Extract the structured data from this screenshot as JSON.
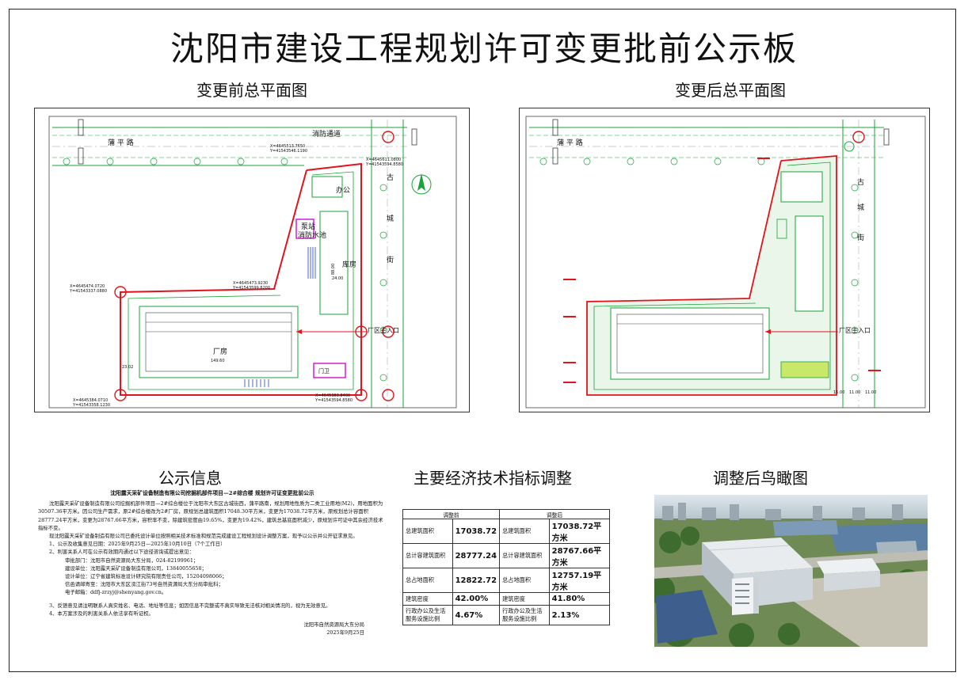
{
  "board": {
    "title": "沈阳市建设工程规划许可变更批前公示板"
  },
  "plans": {
    "before_title": "变更前总平面图",
    "after_title": "变更后总平面图",
    "road_north": "蒲   平   路",
    "road_east_chars": [
      "古",
      "城",
      "街"
    ],
    "fire_lane": "消防通道",
    "main_entrance": "厂区主入口",
    "labels": {
      "workshop": "厂房",
      "warehouse": "库房",
      "office": "办公",
      "pump_room": "泵站",
      "fire_pool": "消防水池",
      "gate_room": "门卫",
      "coord1": "X=4645513.7650",
      "coord1b": "Y=41543546.1190",
      "coord2": "X=4645611.0800",
      "coord2b": "Y=41543594.8580",
      "coord3": "X=4645473.9230",
      "coord3b": "Y=41543599.8200",
      "coord4": "X=4645474.0720",
      "coord4b": "Y=41543337.0880",
      "coord5": "X=4645384.0710",
      "coord5b": "Y=41543358.1230",
      "coord6": "X=4645383.8400",
      "coord6b": "Y=41543594.8580",
      "dim_149": "149.60",
      "dim_23": "23.02",
      "dim_24": "24.00",
      "dim_88": "88.00",
      "dim_15": "15.00",
      "dim_11a": "11.00",
      "dim_11b": "11.00"
    }
  },
  "info": {
    "section_title": "公示信息",
    "content_title": "沈阳露天采矿设备制造有限公司挖掘机部件项目—2#综合楼 规划许可证变更批前公示",
    "para1": "沈阳露天采矿设备制造有限公司挖掘机部件项目—2#综合楼位于沈阳市大东区古城街西，蒲平路南，规划用地性质为二类工业用地(M2)，用地面积为30507.36平方米。因公司生产需求，原2#综合楼改为2#厂房，原规划总建筑面积17048.30平方米，变更为17038.72平方米，原规划总计容面积28777.24平方米，变更为28767.66平方米，容积率不变，除建筑密度由19.65%，变更为19.42%，建筑总基底面积减少，原规划许可证中其余经济技术指标不变。",
    "para2": "现沈阳露天采矿设备制造有限公司已委托设计单位按照相关技术标准和规范完成建设工程规划设计调整方案，现予以公示并公开征求意见。",
    "item1": "1、公示及收集意见日期：2025年9月25日—2025年10月10日（7个工作日）",
    "item2": "2、利害关系人可在公示有效期内通过以下途径咨询或提出意见：",
    "dept": "审批部门：沈阳市自然资源局大东分局，024-82199961；",
    "builder": "建设单位：沈阳露天采矿设备制造有限公司，13840055658；",
    "designer": "设计单位：辽宁省建筑标准设计研究院有限责任公司，15204098066；",
    "mail": "信函请邮寄至：沈阳市大东区滂江街73号自然资源局大东分局审批科；",
    "email": "电子邮箱：ddfj-zrzyj@shenyang.gov.cn。",
    "item3": "3、反馈意见请注明联系人真实姓名、电话、地址等信息；如因信息不完整或不真实导致无法核对相关情况的，视为无效意见。",
    "item4": "4、本方案涉及的利害关系人依法享有听证权。",
    "sign_org": "沈阳市自然资源局大东分局",
    "sign_date": "2025年9月25日"
  },
  "indicators": {
    "section_title": "主要经济技术指标调整",
    "before_header": "调整前",
    "after_header": "调整后",
    "rows": [
      {
        "label": "总建筑面积",
        "before": "17038.72",
        "after": "17038.72平方米"
      },
      {
        "label": "总计容建筑面积",
        "before": "28777.24",
        "after": "28767.66平方米"
      },
      {
        "label": "总占地面积",
        "before": "12822.72",
        "after": "12757.19平方米"
      },
      {
        "label": "建筑密度",
        "before": "42.00%",
        "after": "41.80%"
      },
      {
        "label": "行政办公及生活服务设施比例",
        "before": "4.67%",
        "after": "2.13%"
      }
    ]
  },
  "aerial": {
    "section_title": "调整后鸟瞰图"
  },
  "colors": {
    "redline": "#e0141c",
    "green": "#1aa33a",
    "magenta": "#d41ed4",
    "blue": "#1c3fd6"
  }
}
